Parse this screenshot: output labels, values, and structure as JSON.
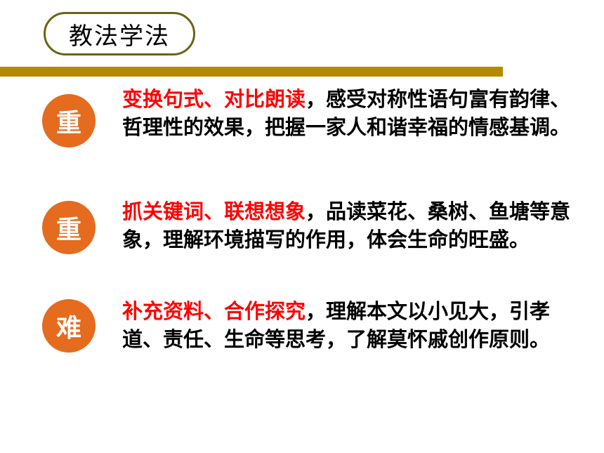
{
  "header": {
    "title": "教法学法"
  },
  "colors": {
    "accent_bar": "#b58a00",
    "badge": "#e56b1e",
    "highlight": "#ff0000",
    "title_border": "#6b6315"
  },
  "items": [
    {
      "badge": "重",
      "highlight": "变换句式、对比朗读",
      "text": "，感受对称性语句富有韵律、哲理性的效果，把握一家人和谐幸福的情感基调。"
    },
    {
      "badge": "重",
      "highlight": "抓关键词、联想想象",
      "text": "，品读菜花、桑树、鱼塘等意象，理解环境描写的作用，体会生命的旺盛。"
    },
    {
      "badge": "难",
      "highlight": "补充资料、合作探究",
      "text": "，理解本文以小见大，引孝道、责任、生命等思考，了解莫怀戚创作原则。"
    }
  ]
}
